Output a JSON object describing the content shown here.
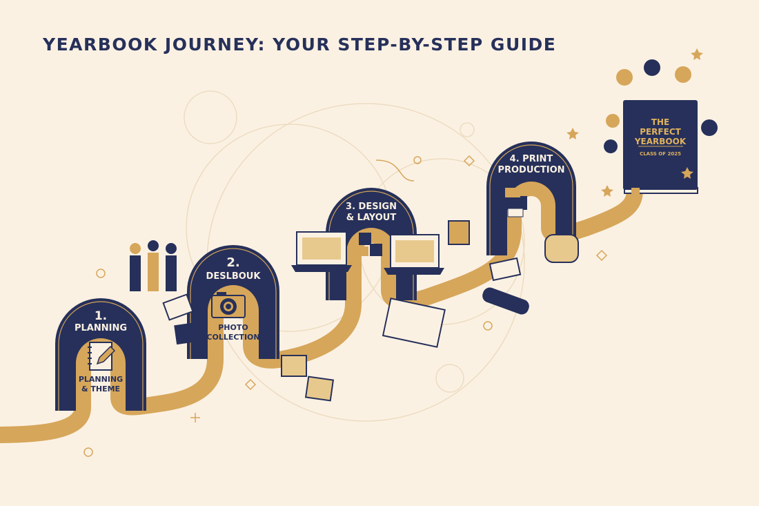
{
  "title": "YEARBOOK JOURNEY: YOUR STEP-BY-STEP GUIDE",
  "colors": {
    "background": "#fbf1e3",
    "navy": "#26305a",
    "gold": "#d6a65a"
  },
  "steps": [
    {
      "number": "1.",
      "label": "PLANNING",
      "sub_line1": "PLANNING",
      "sub_line2": "& THEME",
      "icon": "notebook-pencil-icon"
    },
    {
      "number": "2.",
      "label": "DESLBOUK",
      "sub_line1": "PHOTO",
      "sub_line2": "COLLECTION",
      "icon": "camera-icon"
    },
    {
      "line1": "3. DESIGN",
      "line2": "& LAYOUT",
      "icon": "laptop-icon"
    },
    {
      "line1": "4. PRINT",
      "line2": "PRODUCTION",
      "icon": "printer-icon"
    }
  ],
  "book": {
    "line1": "THE",
    "line2": "PERFECT",
    "line3": "YEARBOOK",
    "subtitle": "CLASS OF 2025"
  }
}
